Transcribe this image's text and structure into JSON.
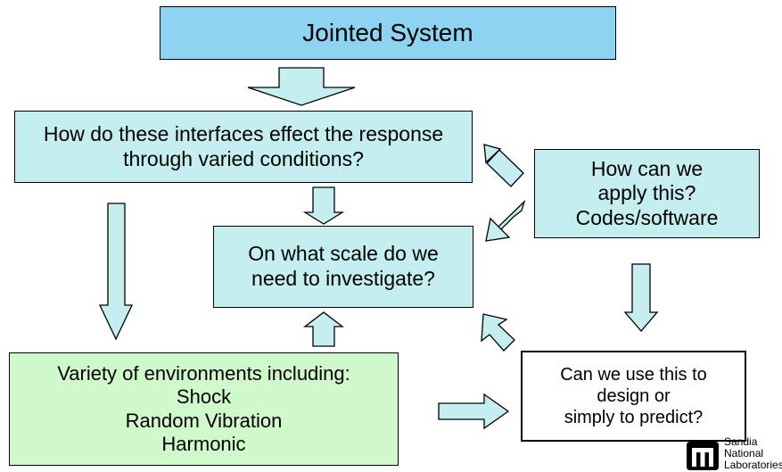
{
  "nodes": {
    "jointed_system": [
      "Jointed System"
    ],
    "interfaces": [
      "How do these interfaces effect the response",
      "through varied conditions?"
    ],
    "scale": [
      "On what scale do we",
      "need to investigate?"
    ],
    "apply": [
      "How can we",
      "apply this?",
      "Codes/software"
    ],
    "environments": [
      "Variety of environments including:",
      "Shock",
      "Random Vibration",
      "Harmonic"
    ],
    "predict": [
      "Can we use this to",
      "design or",
      "simply to predict?"
    ]
  },
  "logo": {
    "lines": [
      "Sandia",
      "National",
      "Laboratories"
    ]
  },
  "colors": {
    "title_fill": "#8fd3f3",
    "cyan_fill": "#c4eef0",
    "green_fill": "#cff8cb",
    "arrow_fill": "#c4eef0"
  }
}
